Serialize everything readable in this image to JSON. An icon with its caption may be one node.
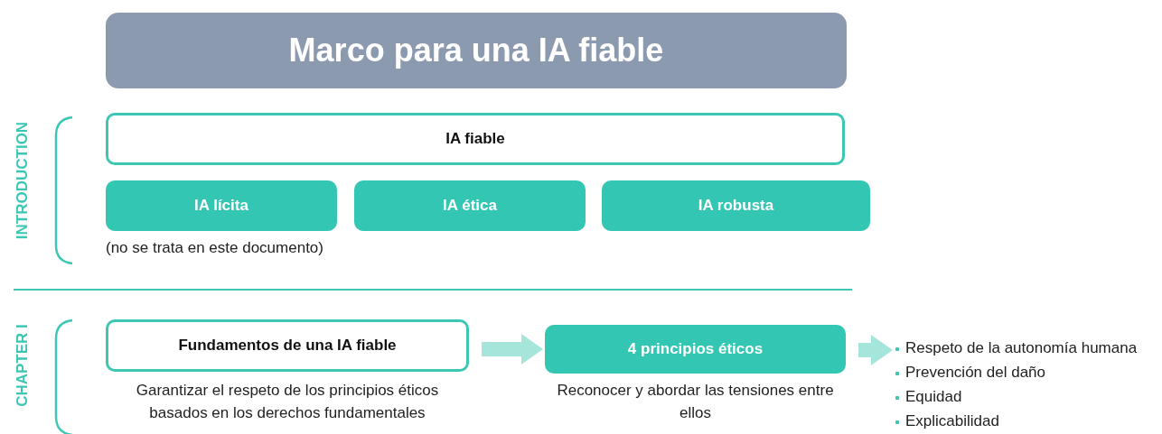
{
  "diagram": {
    "title": "Marco para una IA fiable",
    "nodes": [
      {
        "text": [
          "IA fiable"
        ]
      },
      {
        "text": [
          "IA lícita"
        ],
        "beside": [
          "(no se trata en este documento)"
        ]
      },
      {
        "text": [
          "IA ética"
        ]
      },
      {
        "text": [
          "IA robusta"
        ]
      },
      {
        "text": [
          "Fundamentos de una IA fiable"
        ],
        "beside": [
          "Garantizar el respeto de los principios éticos basados en los derechos fundamentales"
        ]
      },
      {
        "text": [
          "4 principios éticos"
        ],
        "beside": [
          "Reconocer y abordar las tensiones entre ellos"
        ]
      },
      {
        "text": [
          "Respeto de la autonomía humana",
          "Prevención del daño",
          "Equidad",
          "Explicabilidad"
        ]
      }
    ],
    "edges": [
      {
        "from": 4,
        "to": 5,
        "arrow": "to"
      },
      {
        "from": 5,
        "to": 6,
        "arrow": "to"
      }
    ],
    "labels": [
      "INTRODUCTION",
      "CHAPTER I"
    ]
  }
}
